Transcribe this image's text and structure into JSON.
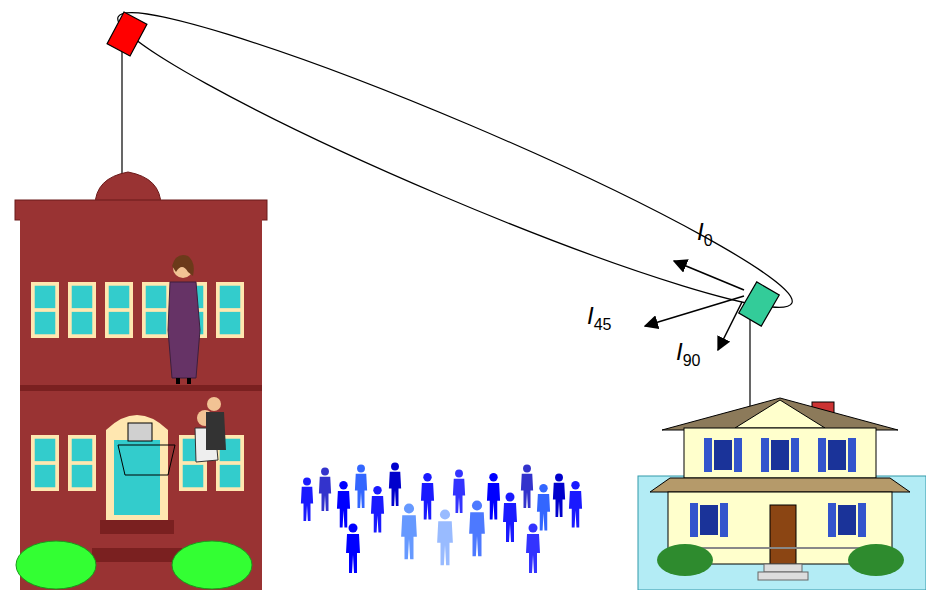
{
  "diagram": {
    "labels": [
      "I0",
      "I45",
      "I90"
    ]
  }
}
